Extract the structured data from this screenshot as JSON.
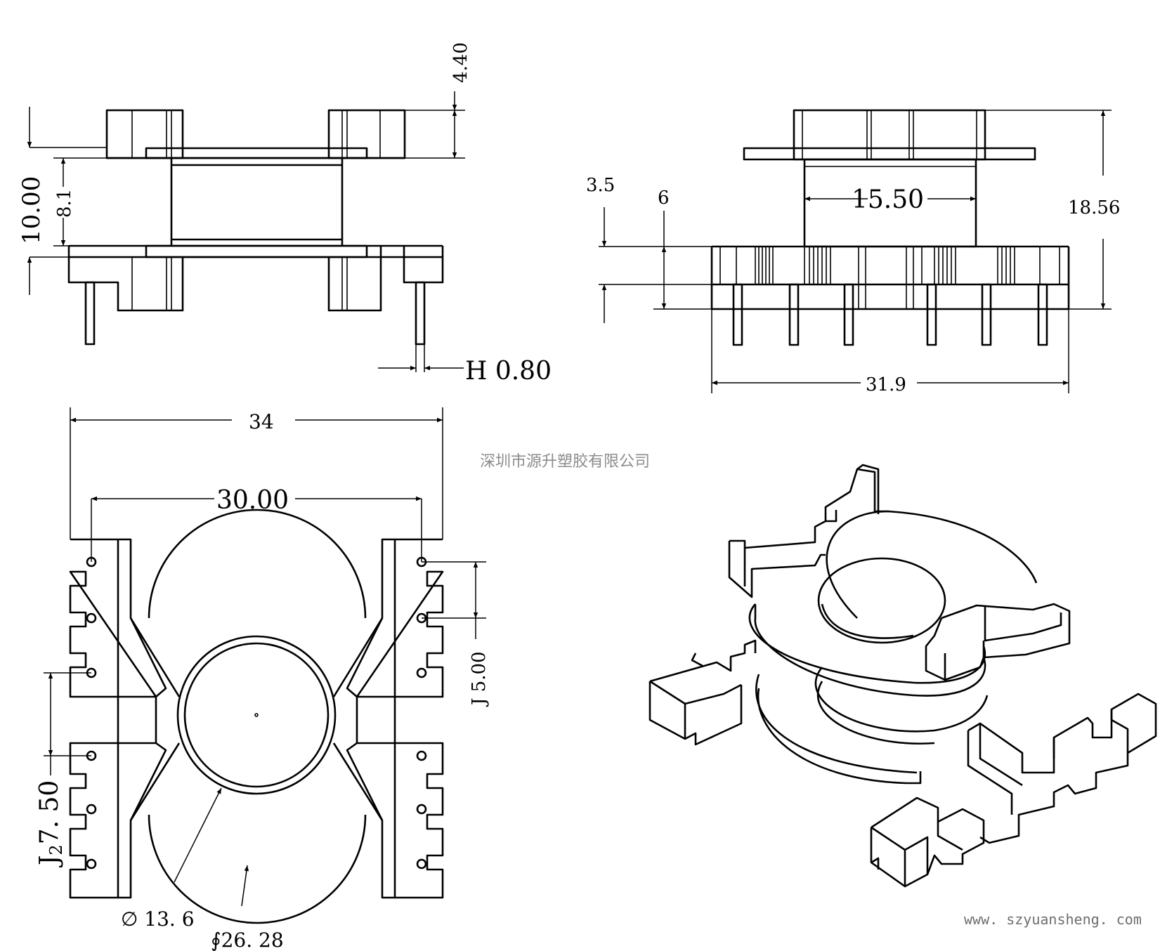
{
  "watermark": "深圳市源升塑胶有限公司",
  "website": "www. szyuansheng. com",
  "front_view": {
    "dim_total_height": "10.00",
    "dim_inner_height": "8.1",
    "dim_top_flange": "4.40",
    "dim_pin": "H 0.80"
  },
  "side_view": {
    "dim_3_5": "3.5",
    "dim_6": "6",
    "dim_width_15": "15.50",
    "dim_height": "18.56",
    "dim_width_31": "31.9"
  },
  "bottom_view": {
    "dim_34": "34",
    "dim_30": "30.00",
    "dim_pitch": "J 5.00",
    "dim_row": "J",
    "dim_row_sub": "2",
    "dim_row_value": "7. 50",
    "dim_bore": "∅ 13. 6",
    "dim_outer": "∮26. 28"
  }
}
